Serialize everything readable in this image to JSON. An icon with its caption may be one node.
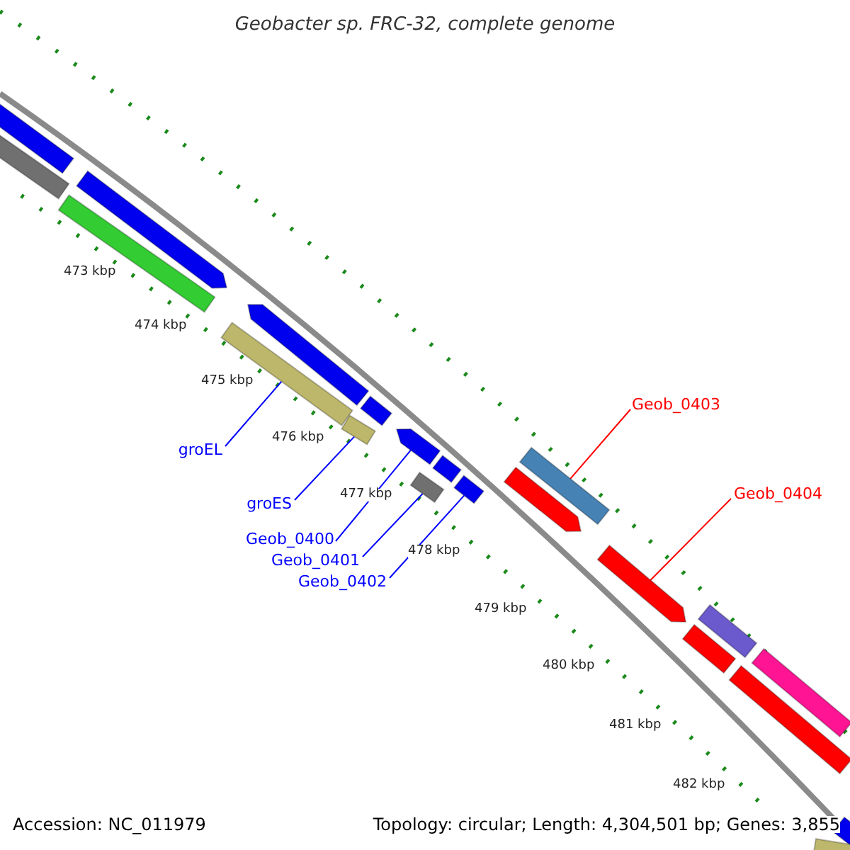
{
  "diagram": {
    "title": "Geobacter sp. FRC-32, complete genome",
    "nodes": [
      {
        "text": [
          "groEL"
        ]
      },
      {
        "text": [
          "groES"
        ]
      },
      {
        "text": [
          "Geob_0400"
        ]
      },
      {
        "text": [
          "Geob_0401"
        ]
      },
      {
        "text": [
          "Geob_0402"
        ]
      },
      {
        "text": [
          "Geob_0403"
        ]
      },
      {
        "text": [
          "Geob_0404"
        ]
      },
      {
        "text": [],
        "shape": "bar"
      },
      {
        "text": [],
        "shape": "bar"
      },
      {
        "text": [],
        "shape": "bar"
      },
      {
        "text": [],
        "shape": "bar"
      },
      {
        "text": [],
        "shape": "bar"
      },
      {
        "text": [],
        "shape": "bar"
      },
      {
        "text": [],
        "shape": "bar"
      },
      {
        "text": [],
        "shape": "bar"
      },
      {
        "text": [],
        "shape": "bar"
      },
      {
        "text": [],
        "shape": "bar"
      },
      {
        "text": [],
        "shape": "bar"
      },
      {
        "text": [],
        "shape": "bar"
      },
      {
        "text": [],
        "shape": "bar"
      },
      {
        "text": [],
        "shape": "bar"
      },
      {
        "text": [],
        "shape": "bar"
      },
      {
        "text": [],
        "shape": "bar"
      },
      {
        "text": [],
        "shape": "bar"
      },
      {
        "text": [],
        "shape": "bar"
      },
      {
        "text": [],
        "shape": "bar"
      },
      {
        "text": [],
        "shape": "bar"
      },
      {
        "text": [],
        "shape": "bar"
      }
    ],
    "edges": [
      {
        "from": 0,
        "to": 11,
        "arrow": "none"
      },
      {
        "from": 1,
        "to": 13,
        "arrow": "none"
      },
      {
        "from": 2,
        "to": 15,
        "arrow": "none"
      },
      {
        "from": 3,
        "to": 16,
        "arrow": "none"
      },
      {
        "from": 4,
        "to": 18,
        "arrow": "none"
      },
      {
        "from": 5,
        "to": 20,
        "arrow": "none",
        "color": "#ff0000"
      },
      {
        "from": 6,
        "to": 21,
        "arrow": "none",
        "color": "#ff0000"
      }
    ],
    "labels": [
      "473 kbp",
      "474 kbp",
      "475 kbp",
      "476 kbp",
      "477 kbp",
      "478 kbp",
      "479 kbp",
      "480 kbp",
      "481 kbp",
      "482 kbp",
      "Accession: NC_011979",
      "Topology: circular; Length: 4,304,501 bp; Genes: 3,855"
    ]
  }
}
